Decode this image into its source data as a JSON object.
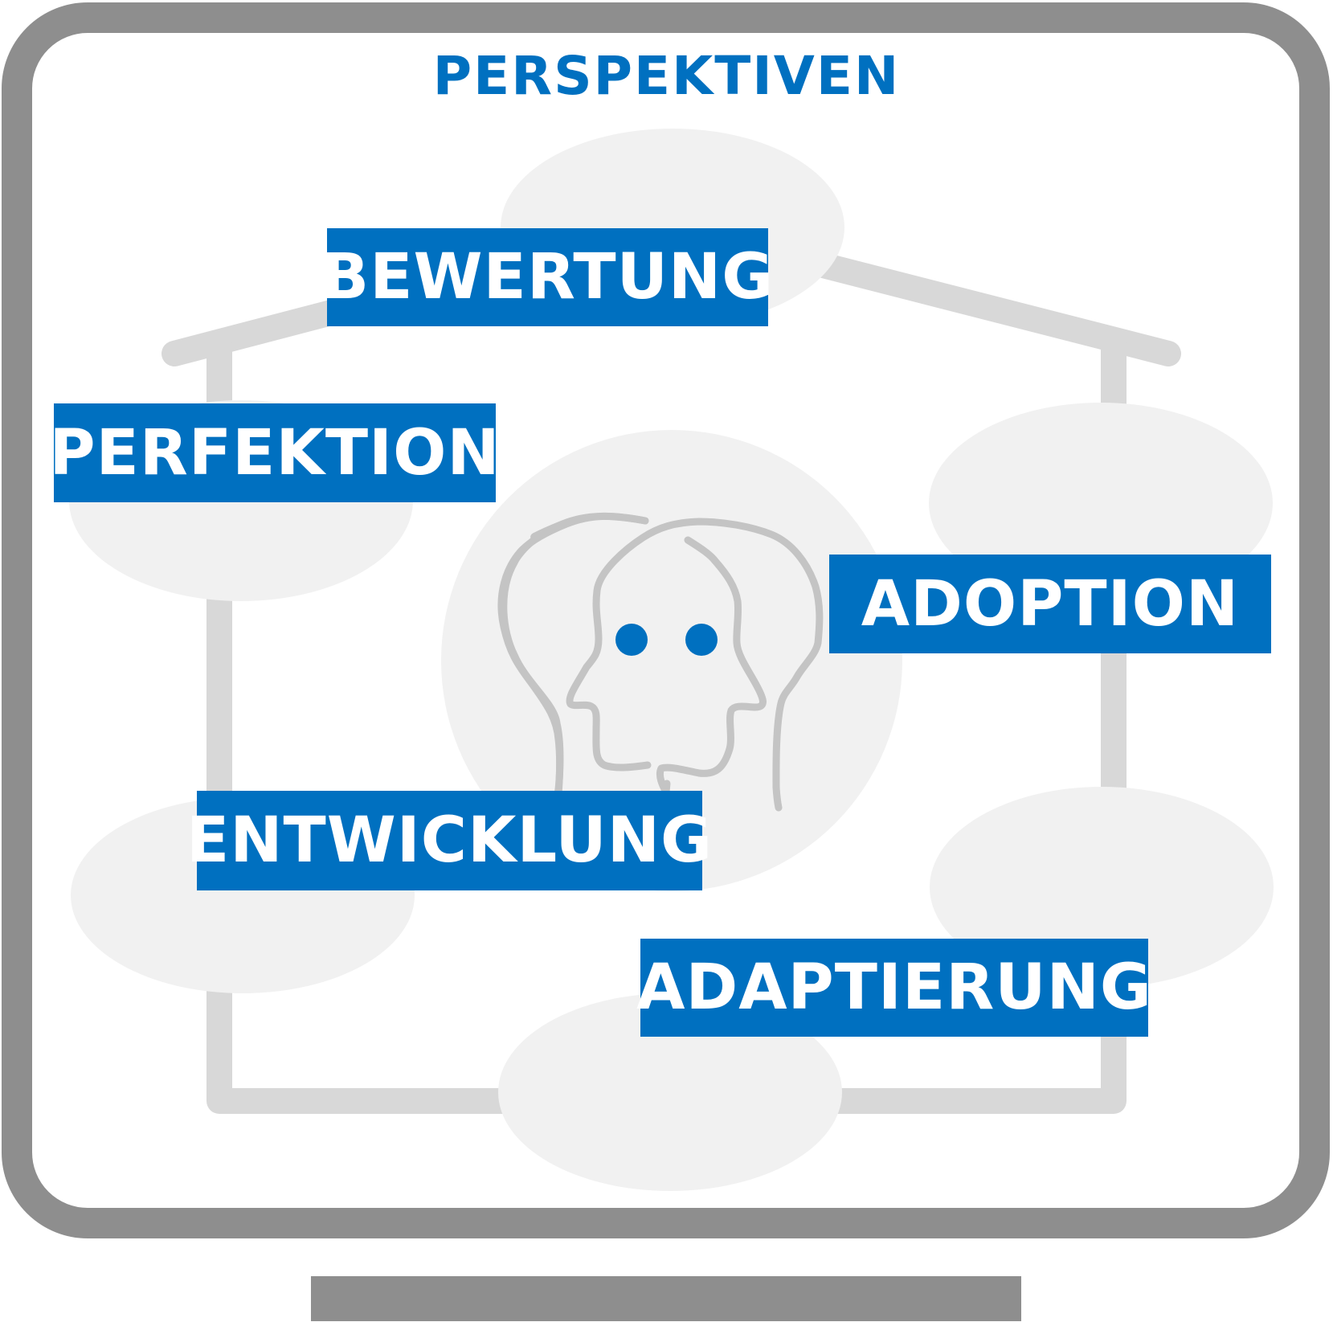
{
  "title": "PERSPEKTIVEN",
  "labels": {
    "bewertung": "BEWERTUNG",
    "perfektion": "PERFEKTION",
    "adoption": "ADOPTION",
    "entwicklung": "ENTWICKLUNG",
    "adaptierung": "ADAPTIERUNG"
  },
  "colors": {
    "accent": "#0070C0",
    "frame": "#8E8E8E",
    "house_line": "#D8D8D8",
    "ellipse_fill": "#F1F1F1",
    "head_outline": "#C4C4C4"
  },
  "icons": [
    "monitor-frame",
    "house-outline",
    "head-profile-icon"
  ]
}
